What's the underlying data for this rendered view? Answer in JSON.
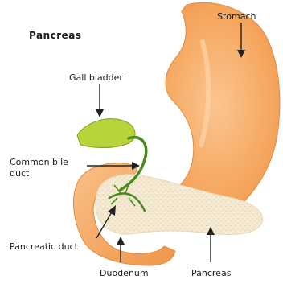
{
  "diagram": {
    "title": "Pancreas",
    "labels": {
      "stomach": "Stomach",
      "gall_bladder": "Gall bladder",
      "common_bile_duct_line1": "Common bile",
      "common_bile_duct_line2": "duct",
      "pancreatic_duct": "Pancreatic duct",
      "duodenum": "Duodenum",
      "pancreas": "Pancreas"
    },
    "colors": {
      "stomach": "#f5a55c",
      "duodenum": "#f7b06c",
      "pancreas": "#f4ead4",
      "gall_bladder": "#b7d43a",
      "ducts": "#4a8a1e",
      "arrows": "#222222"
    }
  }
}
